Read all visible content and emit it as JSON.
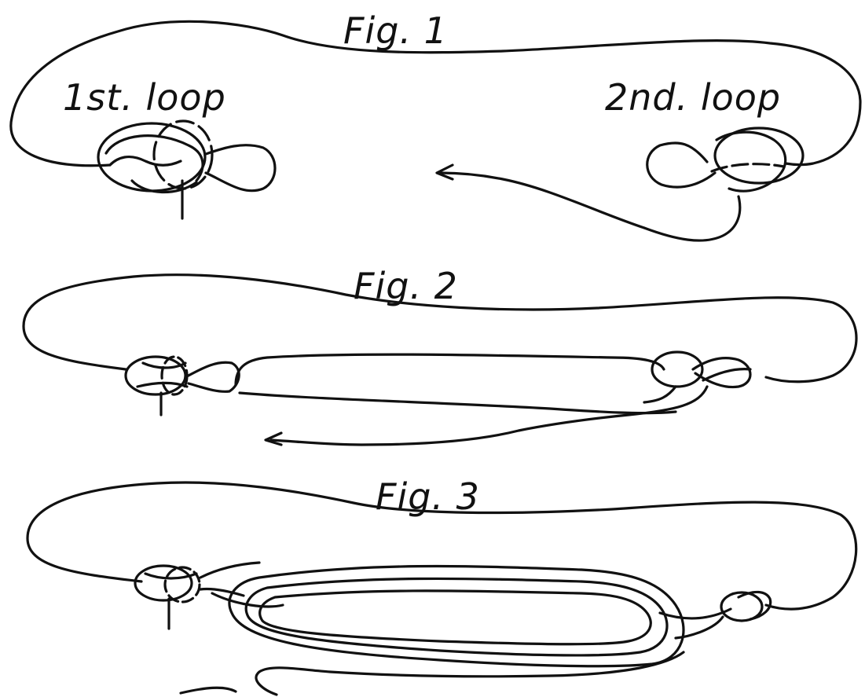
{
  "figures": [
    {
      "title": "Fig. 1",
      "labels": [
        "1st. loop",
        "2nd. loop"
      ]
    },
    {
      "title": "Fig. 2"
    },
    {
      "title": "Fig. 3"
    }
  ]
}
